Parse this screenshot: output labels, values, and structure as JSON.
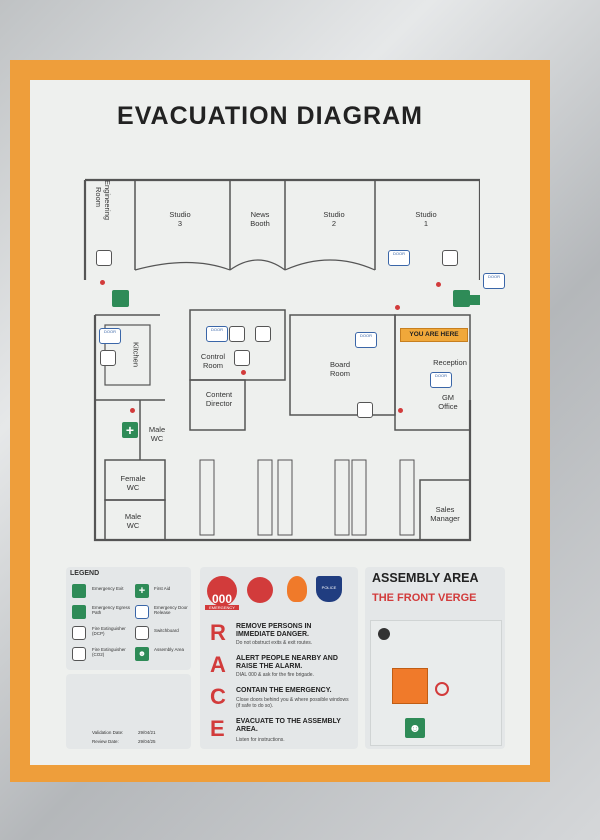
{
  "title": "EVACUATION DIAGRAM",
  "rooms": {
    "engineering": "Engineering\nRoom",
    "studio3": "Studio\n3",
    "news": "News\nBooth",
    "studio2": "Studio\n2",
    "studio1": "Studio\n1",
    "kitchen": "Kitchen",
    "control": "Control\nRoom",
    "content": "Content\nDirector",
    "board": "Board\nRoom",
    "reception": "Reception",
    "gm": "GM\nOffice",
    "male_wc_1": "Male\nWC",
    "female_wc": "Female\nWC",
    "male_wc_2": "Male\nWC",
    "sales": "Sales\nManager"
  },
  "you_are_here": "YOU ARE HERE",
  "door_label": "DOOR",
  "legend": {
    "title": "LEGEND",
    "items": [
      "Emergency Exit",
      "First Aid",
      "Emergency Egress Path",
      "Emergency Door Release",
      "Fire Extinguisher (DCP)",
      "Switchboard",
      "Fire Extinguisher (CO2)",
      "Assembly Area"
    ],
    "validation_label": "Validation Date:",
    "validation_date": "29/04/21",
    "review_label": "Review Date:",
    "review_date": "29/04/25"
  },
  "emergency_number": "000",
  "emergency_word": "EMERGENCY",
  "police_word": "POLICE",
  "race": [
    {
      "letter": "R",
      "head": "REMOVE PERSONS IN IMMEDIATE DANGER.",
      "sub": "Do not obstruct exits & exit routes."
    },
    {
      "letter": "A",
      "head": "ALERT PEOPLE NEARBY AND RAISE THE ALARM.",
      "sub": "DIAL 000 & ask for the fire brigade."
    },
    {
      "letter": "C",
      "head": "CONTAIN THE EMERGENCY.",
      "sub": "Close doors behind you & where possible windows (if safe to do so)."
    },
    {
      "letter": "E",
      "head": "EVACUATE TO THE ASSEMBLY AREA.",
      "sub": "Listen for instructions."
    }
  ],
  "assembly": {
    "title": "ASSEMBLY AREA",
    "location": "THE FRONT VERGE"
  },
  "colors": {
    "poster_border": "#ee9e3b",
    "exit_green": "#2e8b57",
    "alarm_red": "#d23b3b",
    "door_blue": "#3a66a8"
  },
  "icons": [
    "emergency-exit-icon",
    "first-aid-icon",
    "fire-extinguisher-icon",
    "door-release-icon",
    "switchboard-icon",
    "assembly-area-icon",
    "phone-icon",
    "fire-brigade-icon",
    "flame-icon",
    "police-icon",
    "compass-icon"
  ]
}
